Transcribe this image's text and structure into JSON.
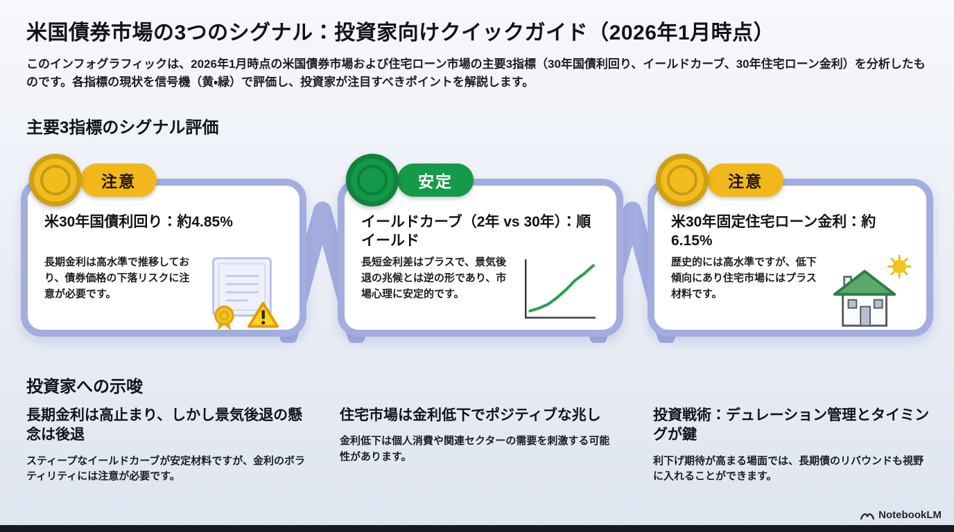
{
  "page": {
    "title": "米国債券市場の3つのシグナル：投資家向けクイックガイド（2026年1月時点）",
    "intro": "このインフォグラフィックは、2026年1月時点の米国債券市場および住宅ローン市場の主要3指標（30年国債利回り、イールドカーブ、30年住宅ローン金利）を分析したものです。各指標の現状を信号機（黄・緑）で評価し、投資家が注目すべきポイントを解説します。"
  },
  "theme": {
    "ribbon": "#a4ade0",
    "caution": "#f2b71b",
    "stable": "#149a48",
    "background_bottom": "#dfe5f0"
  },
  "signals": {
    "heading": "主要3指標のシグナル評価",
    "cards": [
      {
        "status": "caution",
        "badge": "注意",
        "badge_bg": "#f2b71b",
        "badge_fg": "#201600",
        "medal_bg": "#f2bc1c",
        "title": "米30年国債利回り：約4.85%",
        "description": "長期金利は高水準で推移しており、債券価格の下落リスクに注意が必要です。",
        "icon": "certificate-warning-icon"
      },
      {
        "status": "stable",
        "badge": "安定",
        "badge_bg": "#149a48",
        "badge_fg": "#ffffff",
        "medal_bg": "#12994a",
        "title": "イールドカーブ（2年 vs 30年）：順イールド",
        "description": "長短金利差はプラスで、景気後退の兆候とは逆の形であり、市場心理に安定的です。",
        "icon": "yield-curve-icon"
      },
      {
        "status": "caution",
        "badge": "注意",
        "badge_bg": "#f2b71b",
        "badge_fg": "#201600",
        "medal_bg": "#f2bc1c",
        "title": "米30年固定住宅ローン金利：約6.15%",
        "description": "歴史的には高水準ですが、低下傾向にあり住宅市場にはプラス材料です。",
        "icon": "house-sun-icon"
      }
    ]
  },
  "chart_data": {
    "type": "line",
    "title": "順イールドカーブ（装飾ミニチャート・軸ラベルなし）",
    "x": [
      0,
      1,
      2,
      3,
      4,
      5,
      6,
      7
    ],
    "values": [
      6,
      10,
      16,
      26,
      38,
      52,
      62,
      74
    ],
    "line_color": "#2d9e53",
    "axes": "plain L-shaped axes, no ticks"
  },
  "implications": {
    "heading": "投資家への示唆",
    "items": [
      {
        "title": "長期金利は高止まり、しかし景気後退の懸念は後退",
        "text": "スティープなイールドカーブが安定材料ですが、金利のボラティリティには注意が必要です。"
      },
      {
        "title": "住宅市場は金利低下でポジティブな兆し",
        "text": "金利低下は個人消費や関連セクターの需要を刺激する可能性があります。"
      },
      {
        "title": "投資戦術：デュレーション管理とタイミングが鍵",
        "text": "利下げ期待が高まる場面では、長期債のリバウンドも視野に入れることができます。"
      }
    ]
  },
  "footer": {
    "brand": "NotebookLM"
  }
}
